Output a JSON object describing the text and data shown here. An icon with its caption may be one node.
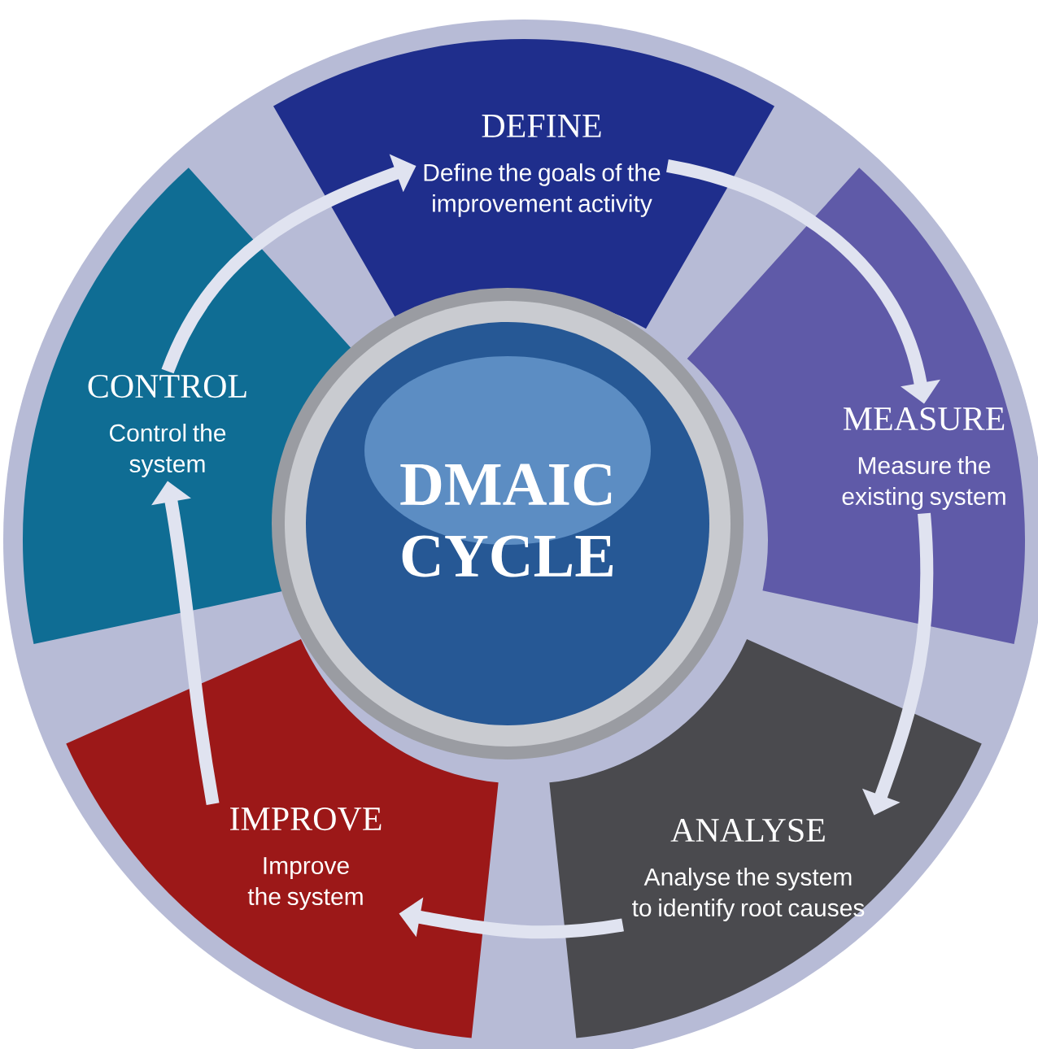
{
  "diagram": {
    "nodes": [
      {
        "text": [
          "DEFINE",
          "Define the goals of the improvement activity"
        ]
      },
      {
        "text": [
          "MEASURE",
          "Measure the existing system"
        ]
      },
      {
        "text": [
          "ANALYSE",
          "Analyse the system to identify root causes"
        ]
      },
      {
        "text": [
          "IMPROVE",
          "Improve the system"
        ]
      },
      {
        "text": [
          "CONTROL",
          "Control the system"
        ]
      },
      {
        "text": [
          "DMAIC CYCLE"
        ]
      }
    ],
    "edges": [
      {
        "from": 4,
        "to": 0,
        "arrow": "to"
      },
      {
        "from": 0,
        "to": 1,
        "arrow": "to"
      },
      {
        "from": 1,
        "to": 2,
        "arrow": "to"
      },
      {
        "from": 2,
        "to": 3,
        "arrow": "to"
      },
      {
        "from": 3,
        "to": 4,
        "arrow": "to"
      }
    ]
  }
}
